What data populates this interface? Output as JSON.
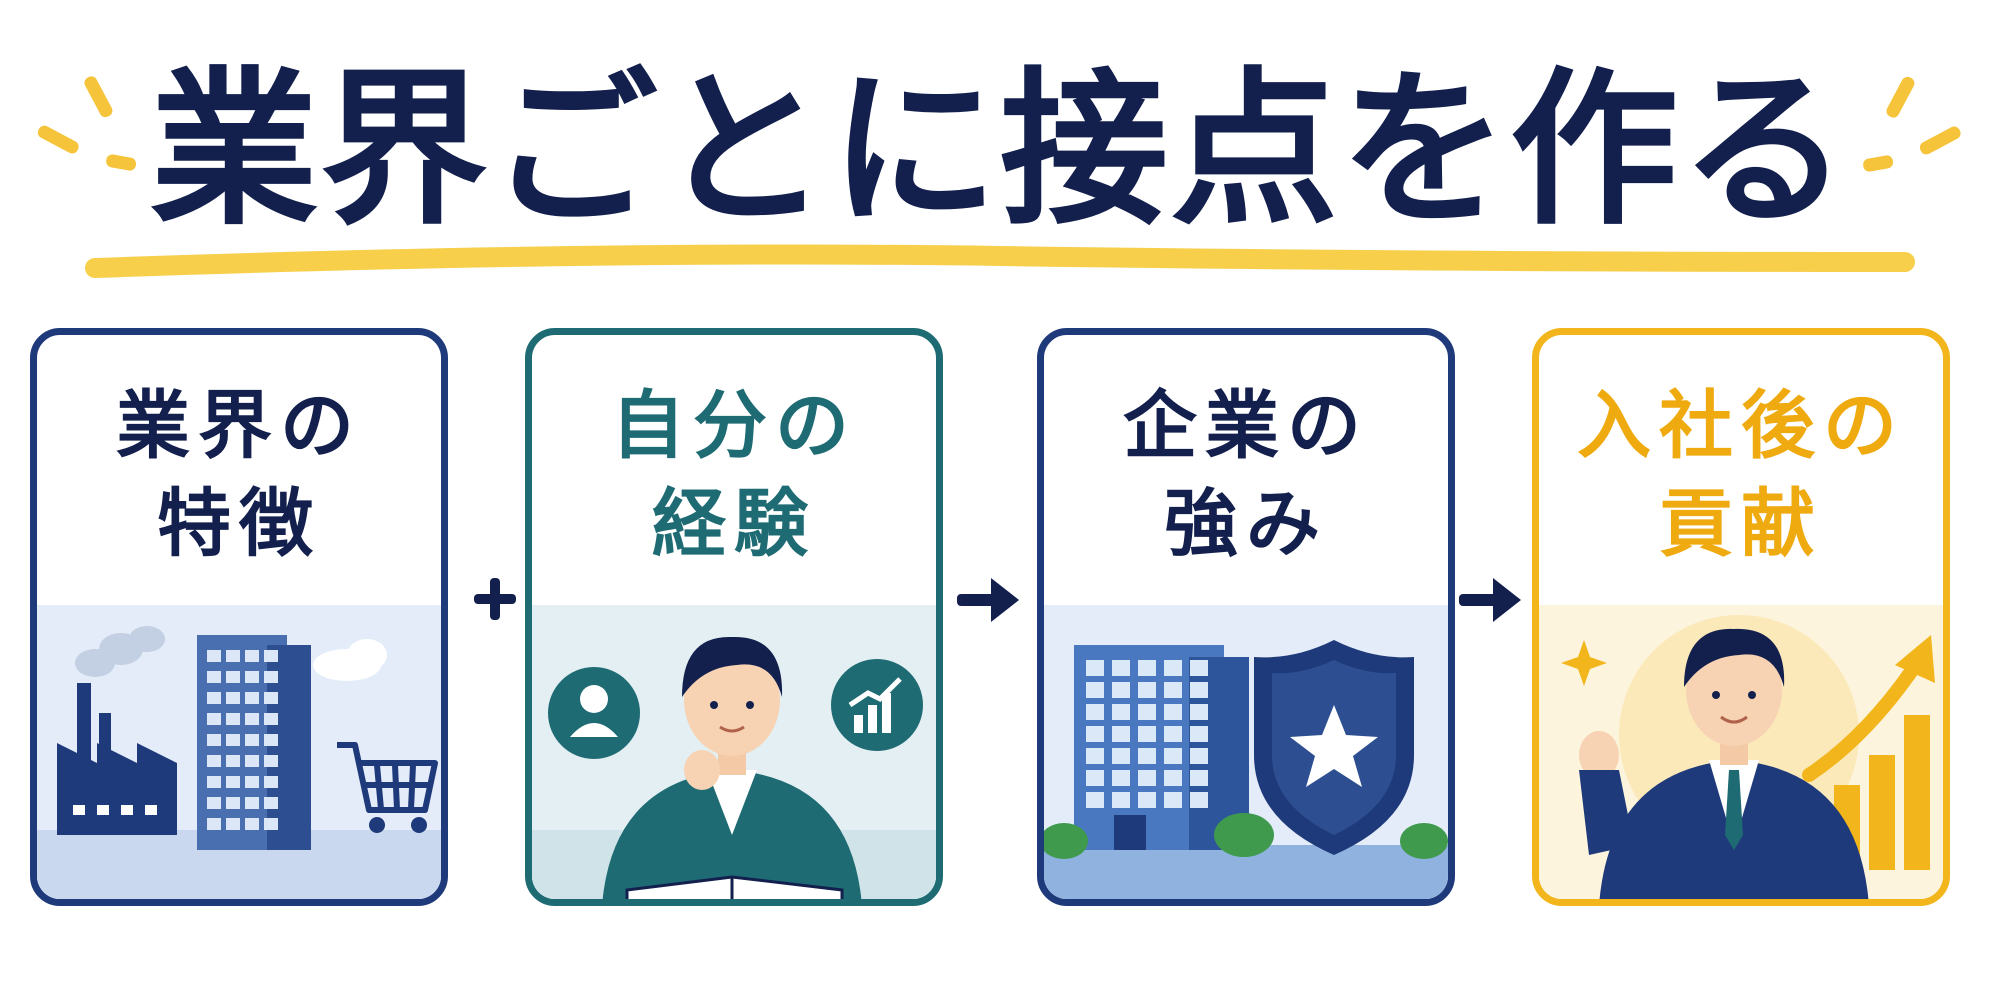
{
  "title": "業界ごとに接点を作る",
  "colors": {
    "navy": "#13204d",
    "teal": "#1e6b74",
    "yellow": "#f2b51c",
    "underline": "#f7cf4a"
  },
  "cards": [
    {
      "line1": "業界の",
      "line2": "特徴",
      "illustration": "factory-building-cart"
    },
    {
      "line1": "自分の",
      "line2": "経験",
      "illustration": "person-thinking-with-notebook"
    },
    {
      "line1": "企業の",
      "line2": "強み",
      "illustration": "building-with-shield-star"
    },
    {
      "line1": "入社後の",
      "line2": "貢献",
      "illustration": "person-with-growth-chart"
    }
  ],
  "connectors": [
    {
      "symbol": "plus-icon"
    },
    {
      "symbol": "arrow-right-icon"
    },
    {
      "symbol": "arrow-right-icon"
    }
  ]
}
